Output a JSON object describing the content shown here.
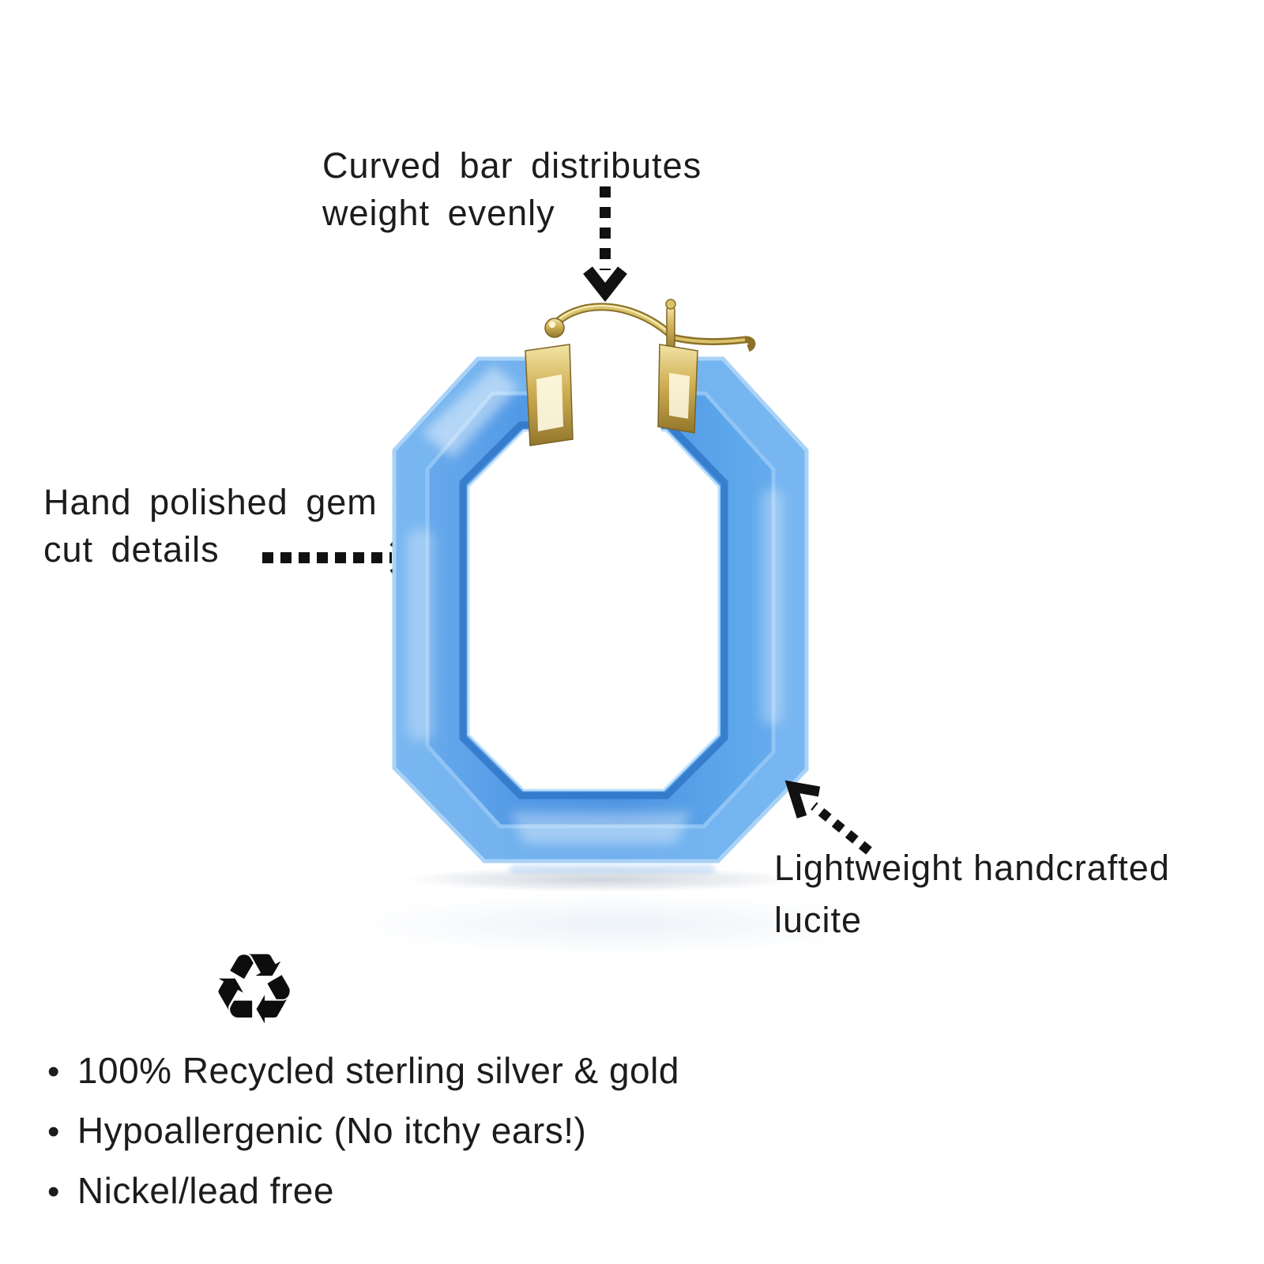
{
  "annotations": {
    "curved_bar": {
      "lines": [
        "Curved bar distributes",
        "weight evenly"
      ]
    },
    "gem_cut": {
      "lines": [
        "Hand polished gem",
        "cut details"
      ]
    },
    "lucite": {
      "lines": [
        "Lightweight handcrafted",
        "lucite"
      ]
    }
  },
  "features": {
    "bullet": "•",
    "items": [
      "100% Recycled sterling silver & gold",
      "Hypoallergenic (No itchy ears!)",
      "Nickel/lead free"
    ]
  },
  "icons": {
    "recycle_symbol": "♻"
  },
  "image": {
    "description": "Translucent blue lucite octagonal (emerald-cut) hoop earring with recycled gold hinged clasp"
  },
  "colors": {
    "background": "#ffffff",
    "text": "#1c1c1c",
    "arrow": "#111111",
    "lucite_blue": "#539ae6",
    "lucite_light": "#8ec5f5",
    "lucite_dark": "#2e74c6",
    "gold": "#cfaf55",
    "gold_dark": "#7b6526"
  }
}
